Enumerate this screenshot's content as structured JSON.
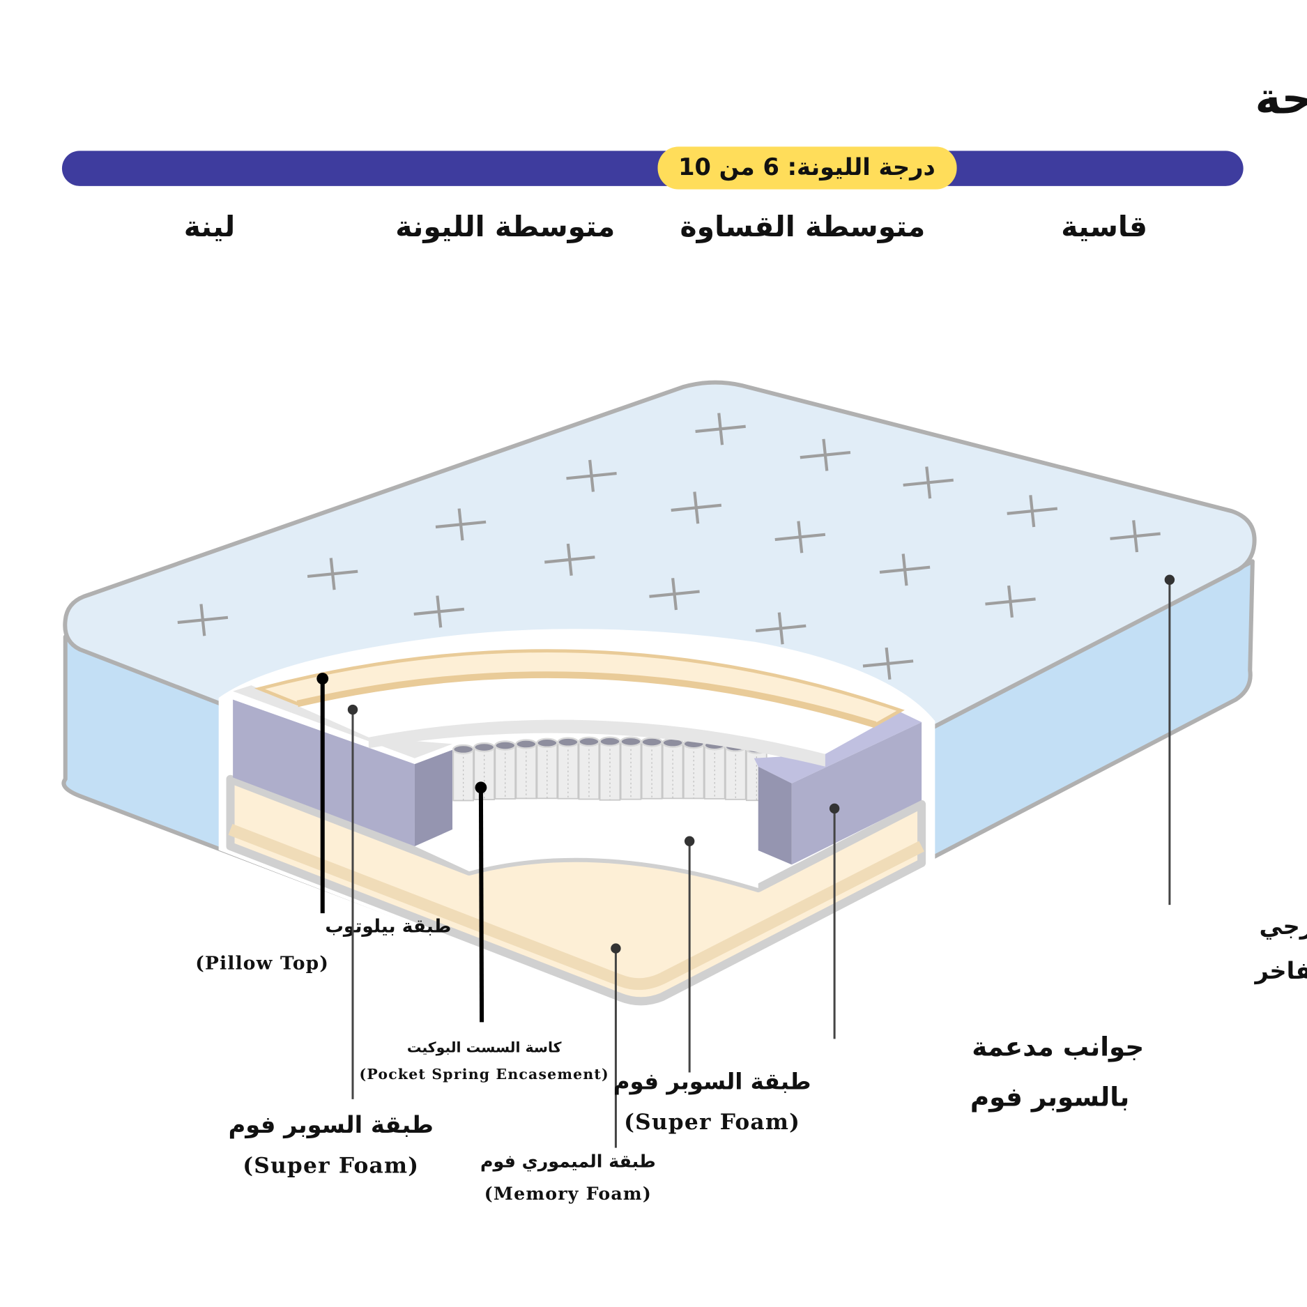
{
  "title": "درجة الدعم والراحة",
  "firmness_bar": {
    "badge": "درجة الليونة: 6 من 10",
    "value": 6,
    "max": 10,
    "levels": [
      "قاسية",
      "متوسطة القساوة",
      "متوسطة الليونة",
      "لينة"
    ]
  },
  "colors": {
    "bar": "#3E3C9E",
    "badge": "#FFDD5A",
    "top_fabric": "#E1EDF7",
    "sides": "#C3DFF5",
    "foam": "#AEAECB",
    "cream": "#FDEFD6"
  },
  "labels": {
    "pillow_top": {
      "ar": "طبقة بيلوتوب",
      "en": "(Pillow Top)"
    },
    "super_foam_left": {
      "ar": "طبقة السوبر فوم",
      "en": "(Super Foam)"
    },
    "pocket_spring": {
      "ar": "كاسة السست البوكيت",
      "en": "(Pocket Spring Encasement)"
    },
    "memory_foam": {
      "ar": "طبقة الميموري فوم",
      "en": "(Memory Foam)"
    },
    "super_foam_mid": {
      "ar": "طبقة السوبر فوم",
      "en": "(Super Foam)"
    },
    "reinforced_sides": {
      "line1": "جوانب مدعمة",
      "line2": "بالسوبر فوم"
    },
    "outer_fabric": {
      "line1": "النسيج الخارجي",
      "line2": "المطرز الفاخر"
    }
  }
}
